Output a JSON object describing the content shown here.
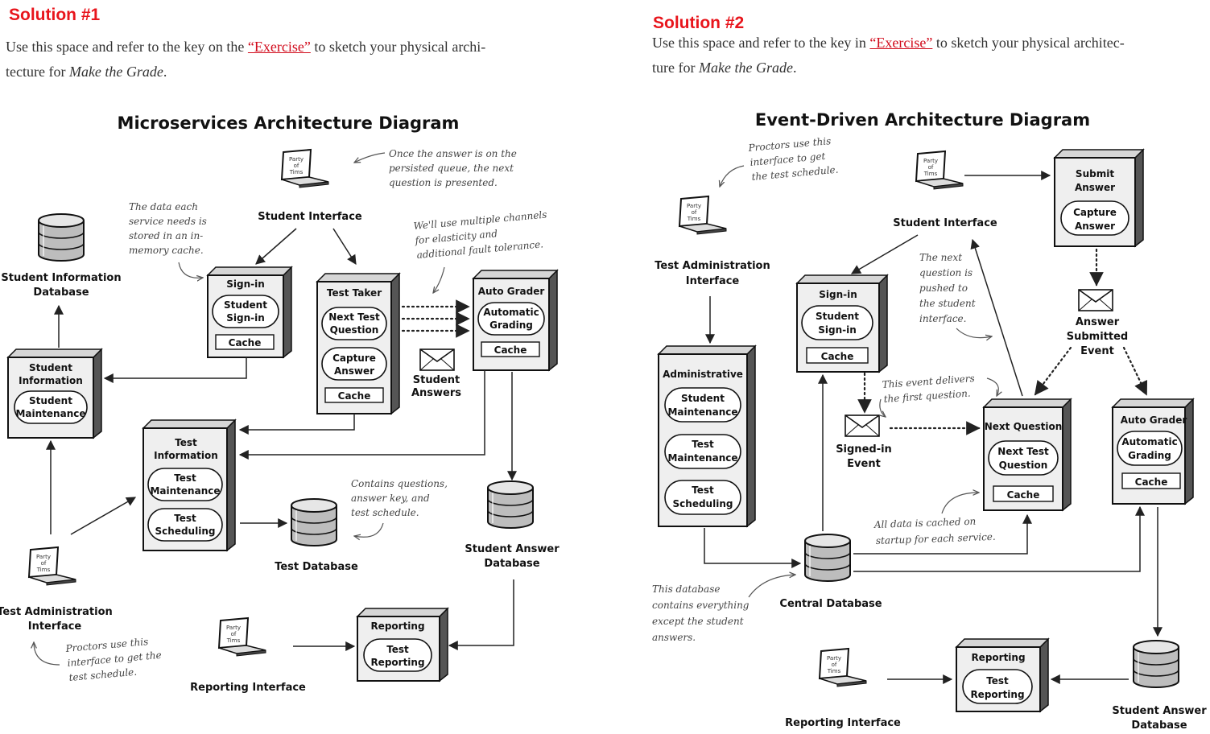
{
  "solution1": {
    "heading": "Solution #1",
    "intro": {
      "before_link": "Use this space and refer to the key on the ",
      "link": "“Exercise”",
      "middle": " to sketch your physical archi-",
      "line2_before": "tecture for ",
      "emphasis": "Make the Grade",
      "after": "."
    },
    "diagram": {
      "title": "Microservices Architecture Diagram",
      "labels": {
        "student_interface": "Student Interface",
        "student_info_db": [
          "Student Information",
          "Database"
        ],
        "test_admin_interface": [
          "Test Administration",
          "Interface"
        ],
        "test_database": "Test Database",
        "student_answer_db": [
          "Student Answer",
          "Database"
        ],
        "reporting_interface": "Reporting Interface",
        "student_answers": [
          "Student",
          "Answers"
        ]
      },
      "boxes": {
        "sign_in": {
          "title": "Sign-in",
          "pill": [
            "Student",
            "Sign-in"
          ],
          "cache": "Cache"
        },
        "test_taker": {
          "title": "Test Taker",
          "pill1": [
            "Next Test",
            "Question"
          ],
          "pill2": [
            "Capture",
            "Answer"
          ],
          "cache": "Cache"
        },
        "auto_grader": {
          "title": "Auto Grader",
          "pill": [
            "Automatic",
            "Grading"
          ],
          "cache": "Cache"
        },
        "student_information": {
          "title": [
            "Student",
            "Information"
          ],
          "pill": [
            "Student",
            "Maintenance"
          ]
        },
        "test_information": {
          "title": [
            "Test",
            "Information"
          ],
          "pill1": [
            "Test",
            "Maintenance"
          ],
          "pill2": [
            "Test",
            "Scheduling"
          ]
        },
        "reporting": {
          "title": "Reporting",
          "pill": [
            "Test",
            "Reporting"
          ]
        }
      },
      "notes": {
        "persisted_queue": [
          "Once the answer is on the",
          "persisted queue, the next",
          "question is presented."
        ],
        "memory_cache": [
          "The data each",
          "service needs is",
          "stored in an in-",
          "memory cache."
        ],
        "channels": [
          "We'll use multiple channels",
          "for elasticity and",
          "additional fault tolerance."
        ],
        "contains": [
          "Contains questions,",
          "answer key, and",
          "test schedule."
        ],
        "proctors": [
          "Proctors use this",
          "interface to get the",
          "test schedule."
        ]
      }
    }
  },
  "solution2": {
    "heading": "Solution #2",
    "intro": {
      "before_link": "Use this space and refer to the key in ",
      "link": "“Exercise”",
      "middle": " to sketch your physical architec-",
      "line2_before": "ture for ",
      "emphasis": "Make the Grade",
      "after": "."
    },
    "diagram": {
      "title": "Event-Driven Architecture Diagram",
      "labels": {
        "student_interface": "Student Interface",
        "test_admin_interface": [
          "Test Administration",
          "Interface"
        ],
        "central_database": "Central Database",
        "student_answer_db": [
          "Student Answer",
          "Database"
        ],
        "reporting_interface": "Reporting Interface",
        "signed_in_event": [
          "Signed-in",
          "Event"
        ],
        "answer_submitted_event": [
          "Answer",
          "Submitted",
          "Event"
        ]
      },
      "boxes": {
        "submit_answer": {
          "title": [
            "Submit",
            "Answer"
          ],
          "pill": [
            "Capture",
            "Answer"
          ]
        },
        "sign_in": {
          "title": "Sign-in",
          "pill": [
            "Student",
            "Sign-in"
          ],
          "cache": "Cache"
        },
        "administrative": {
          "title": "Administrative",
          "pill1": [
            "Student",
            "Maintenance"
          ],
          "pill2": [
            "Test",
            "Maintenance"
          ],
          "pill3": [
            "Test",
            "Scheduling"
          ]
        },
        "next_question": {
          "title": "Next Question",
          "pill": [
            "Next Test",
            "Question"
          ],
          "cache": "Cache"
        },
        "auto_grader": {
          "title": "Auto Grader",
          "pill": [
            "Automatic",
            "Grading"
          ],
          "cache": "Cache"
        },
        "reporting": {
          "title": "Reporting",
          "pill": [
            "Test",
            "Reporting"
          ]
        }
      },
      "notes": {
        "proctors": [
          "Proctors use this",
          "interface to get",
          "the test schedule."
        ],
        "next_question_pushed": [
          "The next",
          "question is",
          "pushed to",
          "the student",
          "interface."
        ],
        "event_delivers": [
          "This event delivers",
          "the first question."
        ],
        "cached_on_startup": [
          "All data is cached on",
          "startup for each service."
        ],
        "database_contains": [
          "This database",
          "contains everything",
          "except the student",
          "answers."
        ]
      }
    }
  },
  "laptop_screen_text": [
    "Party",
    "of",
    "Tims"
  ],
  "colors": {
    "heading_red": "#e8151c",
    "link_red": "#d10a1b",
    "body_text": "#333333"
  }
}
